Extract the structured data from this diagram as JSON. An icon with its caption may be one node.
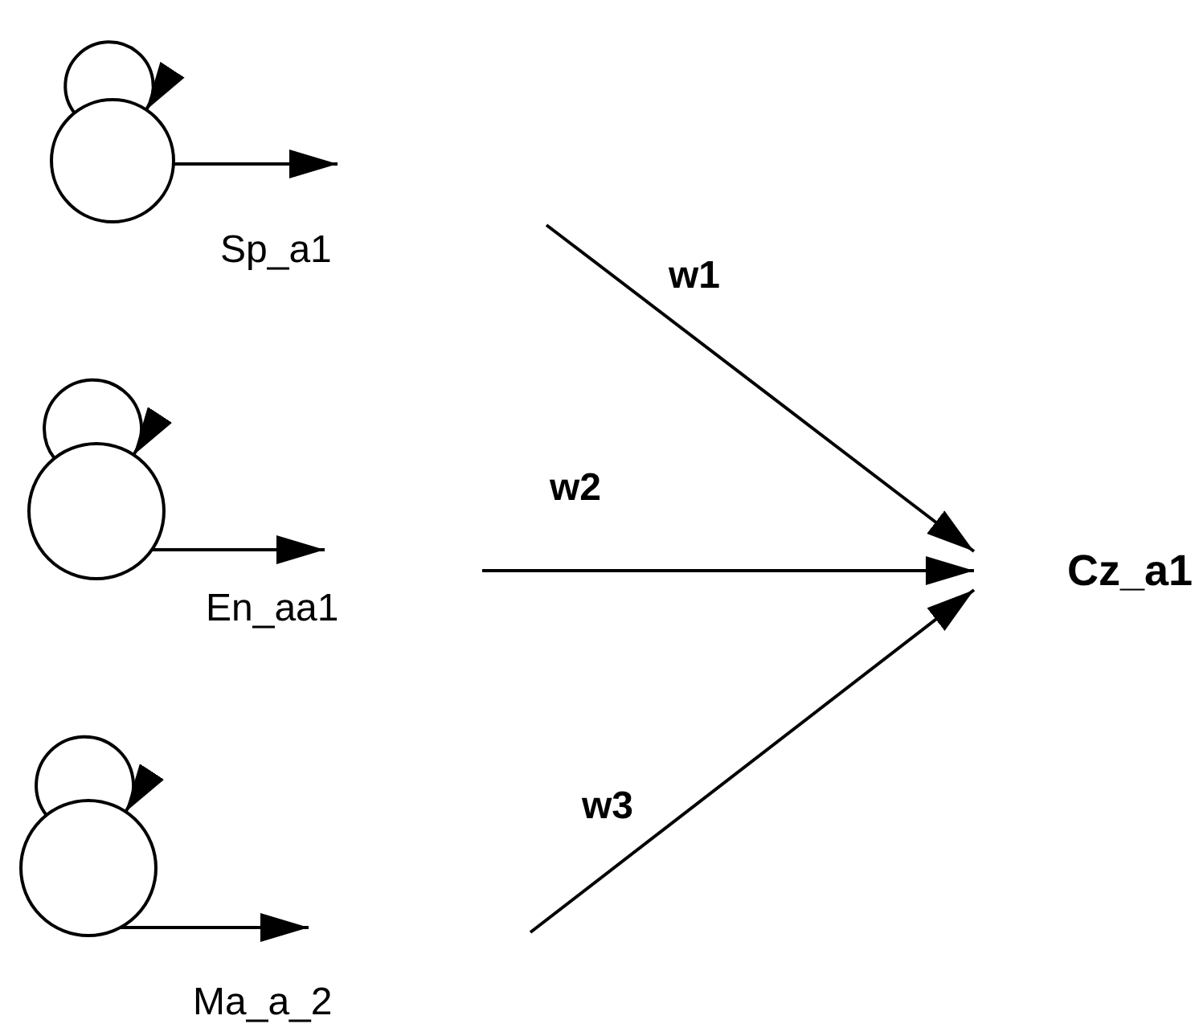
{
  "diagram": {
    "nodes": [
      {
        "text": [],
        "shape": "circle",
        "beside": [
          "Sp_a1"
        ]
      },
      {
        "text": [],
        "shape": "circle",
        "beside": [
          "En_aa1"
        ]
      },
      {
        "text": [],
        "shape": "circle",
        "beside": [
          "Ma_a_2"
        ]
      },
      {
        "text": [
          "Cz_a1"
        ]
      }
    ],
    "edges": [
      {
        "from": 0,
        "to": 0,
        "arrow": "to"
      },
      {
        "from": 0,
        "to": null,
        "arrow": "to"
      },
      {
        "from": 1,
        "to": 1,
        "arrow": "to"
      },
      {
        "from": 1,
        "to": null,
        "arrow": "to"
      },
      {
        "from": 2,
        "to": 2,
        "arrow": "to"
      },
      {
        "from": 2,
        "to": null,
        "arrow": "to"
      },
      {
        "from": null,
        "to": 3,
        "arrow": "to",
        "label": "w1"
      },
      {
        "from": null,
        "to": 3,
        "arrow": "to",
        "label": "w2"
      },
      {
        "from": null,
        "to": 3,
        "arrow": "to",
        "label": "w3"
      }
    ]
  }
}
